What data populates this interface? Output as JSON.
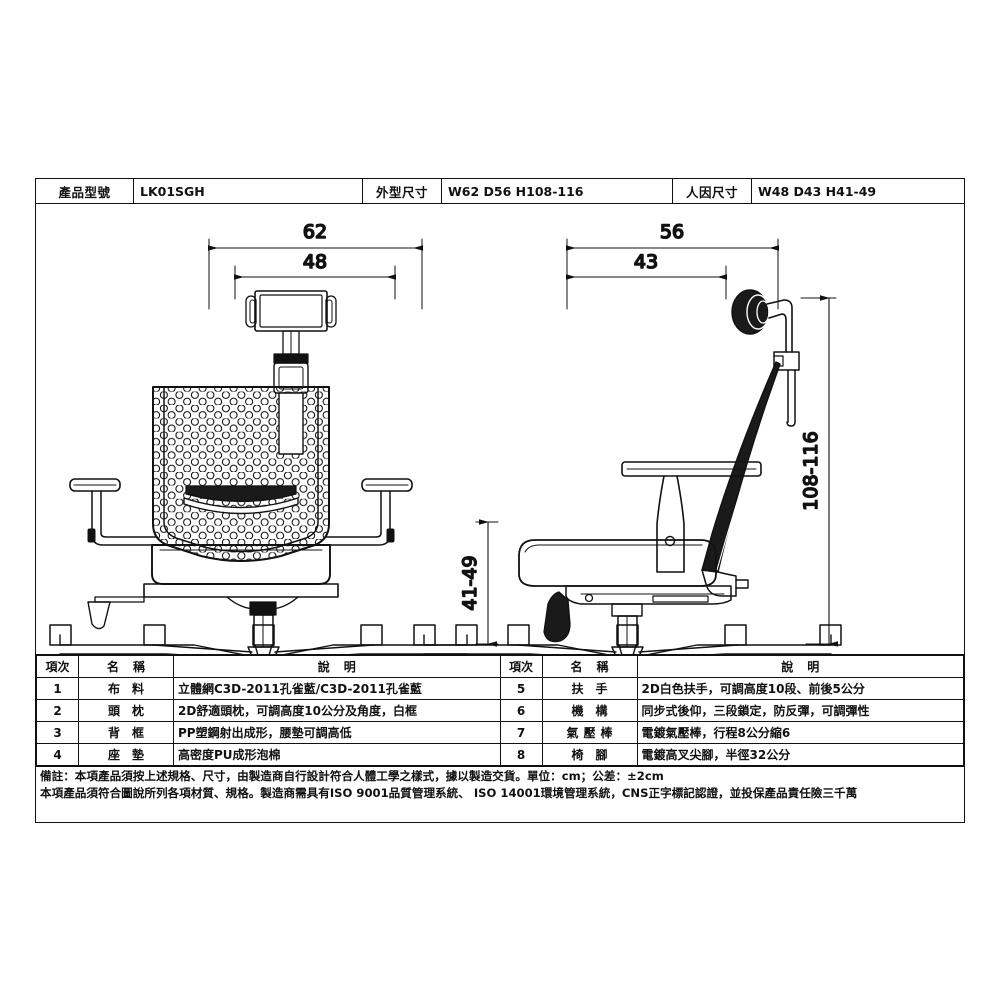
{
  "header": {
    "model_label": "產品型號",
    "model_value": "LK01SGH",
    "exterior_label": "外型尺寸",
    "exterior_value": "W62 D56 H108-116",
    "ergonomic_label": "人因尺寸",
    "ergonomic_value": "W48 D43 H41-49"
  },
  "drawing": {
    "front_view": {
      "overall_width": "62",
      "inner_width": "48",
      "seat_height": "41-49"
    },
    "side_view": {
      "overall_depth": "56",
      "inner_depth": "43",
      "overall_height": "108-116"
    }
  },
  "spec_table": {
    "headers": {
      "item_no": "項次",
      "name": "名稱",
      "description": "說明"
    },
    "left_rows": [
      {
        "no": "1",
        "name": "布料",
        "desc": "立體網C3D-2011孔雀藍/C3D-2011孔雀藍"
      },
      {
        "no": "2",
        "name": "頭枕",
        "desc": "2D舒適頭枕，可調高度10公分及角度，白框"
      },
      {
        "no": "3",
        "name": "背框",
        "desc": "PP塑鋼射出成形，腰墊可調高低"
      },
      {
        "no": "4",
        "name": "座墊",
        "desc": "高密度PU成形泡棉"
      }
    ],
    "right_rows": [
      {
        "no": "5",
        "name": "扶手",
        "desc": "2D白色扶手，可調高度10段、前後5公分"
      },
      {
        "no": "6",
        "name": "機構",
        "desc": "同步式後仰，三段鎖定，防反彈，可調彈性"
      },
      {
        "no": "7",
        "name": "氣壓棒",
        "desc": "電鍍氣壓棒，行程8公分縮6"
      },
      {
        "no": "8",
        "name": "椅腳",
        "desc": "電鍍高叉尖腳，半徑32公分"
      }
    ]
  },
  "notes": {
    "line1": "備註：本項產品須按上述規格、尺寸，由製造商自行設計符合人體工學之樣式，據以製造交貨。單位：cm；公差：±2cm",
    "line2": "本項產品須符合圖說所列各項材質、規格。製造商需具有ISO 9001品質管理系統、 ISO 14001環境管理系統，CNS正字標記認證，並投保產品責任險三千萬"
  }
}
